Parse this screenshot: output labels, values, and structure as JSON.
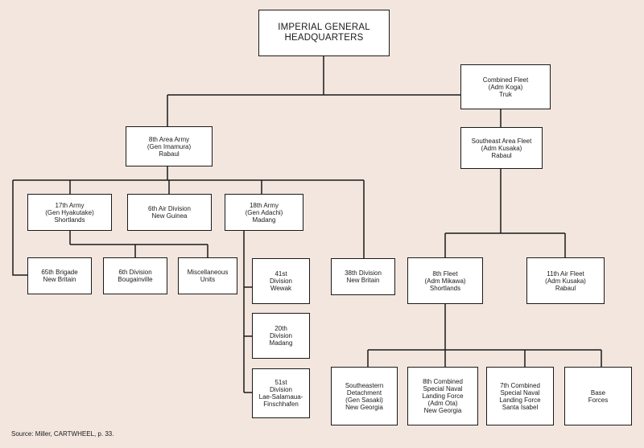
{
  "ihq": [
    "IMPERIAL GENERAL",
    "HEADQUARTERS"
  ],
  "combined_fleet": [
    "Combined Fleet",
    "(Adm Koga)",
    "Truk"
  ],
  "area_army_8": [
    "8th Area Army",
    "(Gen Imamura)",
    "Rabaul"
  ],
  "se_area_fleet": [
    "Southeast Area Fleet",
    "(Adm Kusaka)",
    "Rabaul"
  ],
  "army_17": [
    "17th Army",
    "(Gen Hyakutake)",
    "Shortlands"
  ],
  "air_div_6": [
    "6th Air Division",
    "New Guinea"
  ],
  "army_18": [
    "18th Army",
    "(Gen Adachi)",
    "Madang"
  ],
  "brigade_65": [
    "65th Brigade",
    "New Britain"
  ],
  "div_6": [
    "6th Division",
    "Bougainville"
  ],
  "misc_units": [
    "Miscellaneous",
    "Units"
  ],
  "div_41": [
    "41st",
    "Division",
    "Wewak"
  ],
  "div_20": [
    "20th",
    "Division",
    "Madang"
  ],
  "div_51": [
    "51st",
    "Division",
    "Lae-Salamaua-",
    "Finschhafen"
  ],
  "div_38": [
    "38th Division",
    "New Britain"
  ],
  "fleet_8": [
    "8th Fleet",
    "(Adm Mikawa)",
    "Shortlands"
  ],
  "air_fleet_11": [
    "11th Air Fleet",
    "(Adm Kusaka)",
    "Rabaul"
  ],
  "se_detachment": [
    "Southeastern",
    "Detachment",
    "(Gen Sasaki)",
    "New Georgia"
  ],
  "snlf_8": [
    "8th Combined",
    "Special Naval",
    "Landing Force",
    "(Adm Ota)",
    "New Georgia"
  ],
  "snlf_7": [
    "7th Combined",
    "Special Naval",
    "Landing   Force",
    "Santa Isabel"
  ],
  "base_forces": [
    "Base",
    "Forces"
  ],
  "source": "Source:  Miller, CARTWHEEL, p. 33."
}
